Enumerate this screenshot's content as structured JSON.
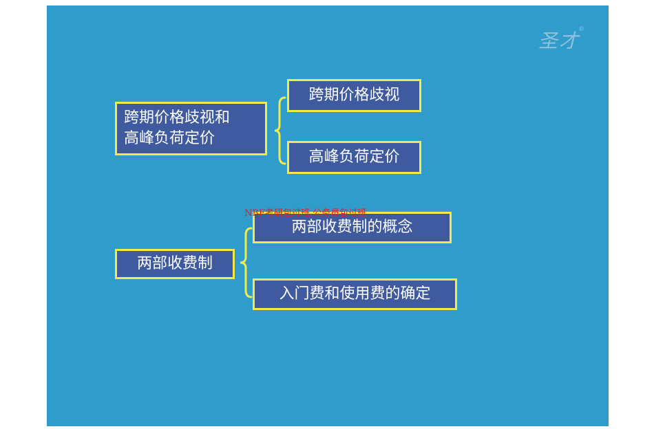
{
  "logo": {
    "text": "圣才",
    "mark": "®"
  },
  "watermark": "NBF考研包过班 公务员包过班",
  "groups": [
    {
      "main": {
        "lines": [
          "跨期价格歧视和",
          "高峰负荷定价"
        ]
      },
      "branches": [
        "跨期价格歧视",
        "高峰负荷定价"
      ]
    },
    {
      "main": {
        "lines": [
          "两部收费制"
        ]
      },
      "branches": [
        "两部收费制的概念",
        "入门费和使用费的确定"
      ]
    }
  ],
  "colors": {
    "background": "#2f9ccb",
    "box_fill": "#3f5a9e",
    "box_border": "#f1ea4a",
    "text": "#ffffff",
    "watermark": "#e02020"
  }
}
